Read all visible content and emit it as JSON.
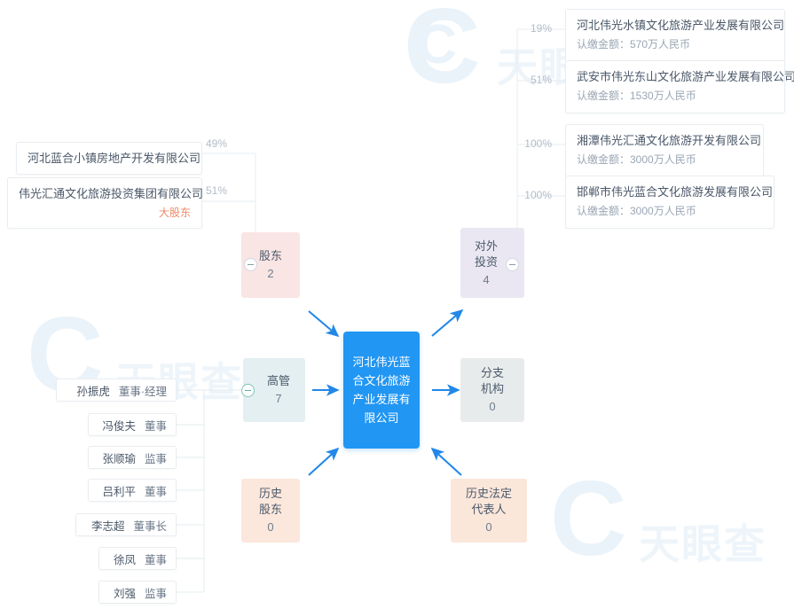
{
  "center": {
    "name": "河北伟光蓝合文化旅游产业发展有限公司",
    "color": "#2196f3"
  },
  "categories": {
    "shareholders": {
      "label": "股东",
      "count": "2"
    },
    "outbound_investment": {
      "label": "对外\n投资",
      "line1": "对外",
      "line2": "投资",
      "count": "4"
    },
    "executives": {
      "label": "高管",
      "count": "7"
    },
    "branches": {
      "line1": "分支",
      "line2": "机构",
      "count": "0"
    },
    "historical_shareholders": {
      "line1": "历史",
      "line2": "股东",
      "count": "0"
    },
    "historical_legal_rep": {
      "line1": "历史法定",
      "line2": "代表人",
      "count": "0"
    }
  },
  "shareholders": [
    {
      "name": "河北蓝合小镇房地产开发有限公司",
      "percent": "49%",
      "badge": ""
    },
    {
      "name": "伟光汇通文化旅游投资集团有限公司",
      "percent": "51%",
      "badge": "大股东"
    }
  ],
  "investments": [
    {
      "name": "河北伟光水镇文化旅游产业发展有限公司",
      "amount": "认缴金额：570万人民币",
      "percent": "19%"
    },
    {
      "name": "武安市伟光东山文化旅游产业发展有限公司",
      "amount": "认缴金额：1530万人民币",
      "percent": "51%"
    },
    {
      "name": "湘潭伟光汇通文化旅游开发有限公司",
      "amount": "认缴金额：3000万人民币",
      "percent": "100%"
    },
    {
      "name": "邯郸市伟光蓝合文化旅游发展有限公司",
      "amount": "认缴金额：3000万人民币",
      "percent": "100%"
    }
  ],
  "executives": [
    {
      "name": "孙振虎",
      "title": "董事·经理"
    },
    {
      "name": "冯俊夫",
      "title": "董事"
    },
    {
      "name": "张顺瑜",
      "title": "监事"
    },
    {
      "name": "吕利平",
      "title": "董事"
    },
    {
      "name": "李志超",
      "title": "董事长"
    },
    {
      "name": "徐凤",
      "title": "董事"
    },
    {
      "name": "刘强",
      "title": "监事"
    }
  ],
  "watermark": {
    "mark": "C",
    "text": "天眼查"
  }
}
